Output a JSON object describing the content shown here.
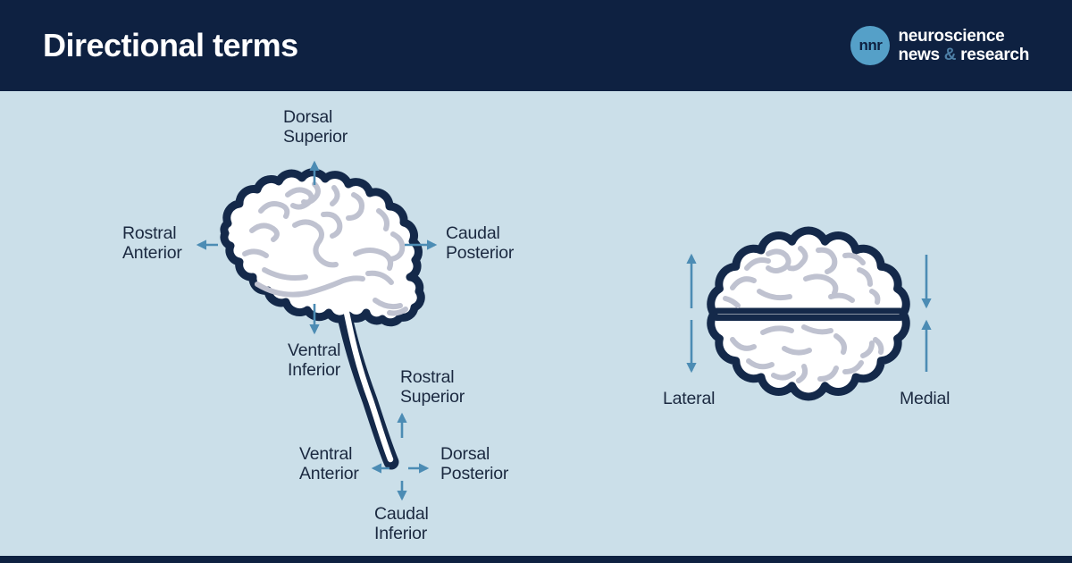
{
  "colors": {
    "navy": "#0e2141",
    "background": "#cbdfe9",
    "arrow": "#4c8cb4",
    "brain_outline": "#14294a",
    "gyri": "#bfc2d0",
    "brain_fill": "#ffffff",
    "logo_circle": "#55a0c8",
    "logo_amp": "#4d7fa6",
    "label_text": "#1b2940"
  },
  "header": {
    "title": "Directional terms",
    "logo": {
      "monogram": "nnr",
      "line1": "neuroscience",
      "line2_before": "news ",
      "line2_amp": "&",
      "line2_after": " research"
    }
  },
  "side_view": {
    "description": "Sagittal brain with brainstem and spinal cord showing directional axes",
    "labels": [
      {
        "line1": "Dorsal",
        "line2": "Superior"
      },
      {
        "line1": "Rostral",
        "line2": "Anterior"
      },
      {
        "line1": "Caudal",
        "line2": "Posterior"
      },
      {
        "line1": "Ventral",
        "line2": "Inferior"
      },
      {
        "line1": "Rostral",
        "line2": "Superior"
      },
      {
        "line1": "Ventral",
        "line2": "Anterior"
      },
      {
        "line1": "Dorsal",
        "line2": "Posterior"
      },
      {
        "line1": "Caudal",
        "line2": "Inferior"
      }
    ]
  },
  "top_view": {
    "description": "Axial brain (two hemispheres) showing lateral and medial directions",
    "labels": {
      "left": "Lateral",
      "right": "Medial"
    }
  }
}
